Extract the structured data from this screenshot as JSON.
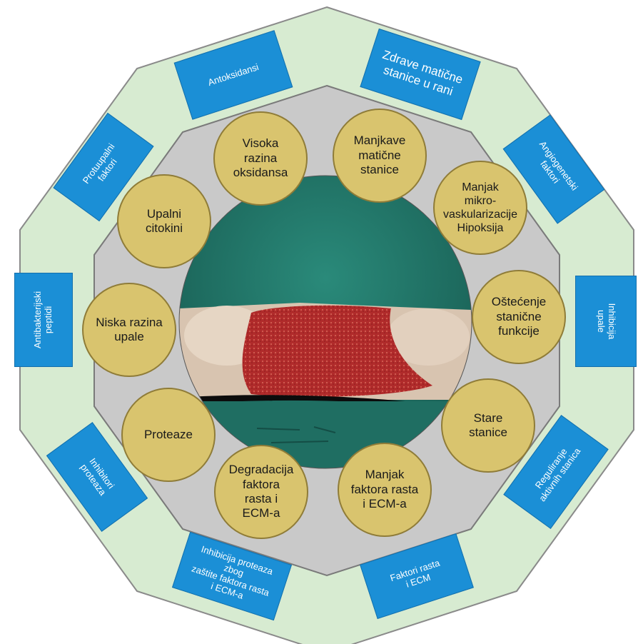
{
  "outer_boxes": [
    {
      "id": "antioxidants",
      "text": "Antoksidansi"
    },
    {
      "id": "healthy-stem-cells",
      "text": "Zdrave matične\nstanice u rani"
    },
    {
      "id": "angiogenic-factors",
      "text": "Angiogenetski\nfaktori"
    },
    {
      "id": "inflammation-inhibition",
      "text": "Inhibicija\nupale"
    },
    {
      "id": "regulating-active-cells",
      "text": "Reguliranje\naktivnih stanica"
    },
    {
      "id": "growth-factors-ecm",
      "text": "Faktori rasta\ni ECM"
    },
    {
      "id": "protease-inhibition",
      "text": "Inhibicija proteaza zbog\nzaštite faktora rasta\ni ECM-a"
    },
    {
      "id": "protease-inhibitors",
      "text": "Inhibitori\nproteaza"
    },
    {
      "id": "antibacterial-peptides",
      "text": "Antibakterijski\npeptidi"
    },
    {
      "id": "anti-inflammatory-factors",
      "text": "Protuupalni\nfaktori"
    }
  ],
  "inner_circles": [
    {
      "id": "high-oxidant-level",
      "text": "Visoka\nrazina\noksidansa"
    },
    {
      "id": "deficient-stem-cells",
      "text": "Manjkave\nmatične\nstanice"
    },
    {
      "id": "microvascular-hypoxia",
      "text": "Manjak\nmikro-\nvaskularizacije\nHipoksija"
    },
    {
      "id": "cell-function-damage",
      "text": "Oštećenje\nstanične\nfunkcije"
    },
    {
      "id": "old-cells",
      "text": "Stare\nstanice"
    },
    {
      "id": "lack-growth-factors",
      "text": "Manjak\nfaktora rasta\ni ECM-a"
    },
    {
      "id": "degradation-growth-factors",
      "text": "Degradacija\nfaktora\nrasta i\nECM-a"
    },
    {
      "id": "proteases",
      "text": "Proteaze"
    },
    {
      "id": "low-inflammation",
      "text": "Niska razina\nupale"
    },
    {
      "id": "inflammatory-cytokines",
      "text": "Upalni\ncitokini"
    }
  ],
  "colors": {
    "outer_ring": "#d7ebd1",
    "inner_ring": "#c9c9c9",
    "box": "#1b8fd6",
    "circle": "#d9c46e",
    "drape": "#1f6e62",
    "wound": "#a82a2a",
    "skin": "#d8c4b0"
  }
}
